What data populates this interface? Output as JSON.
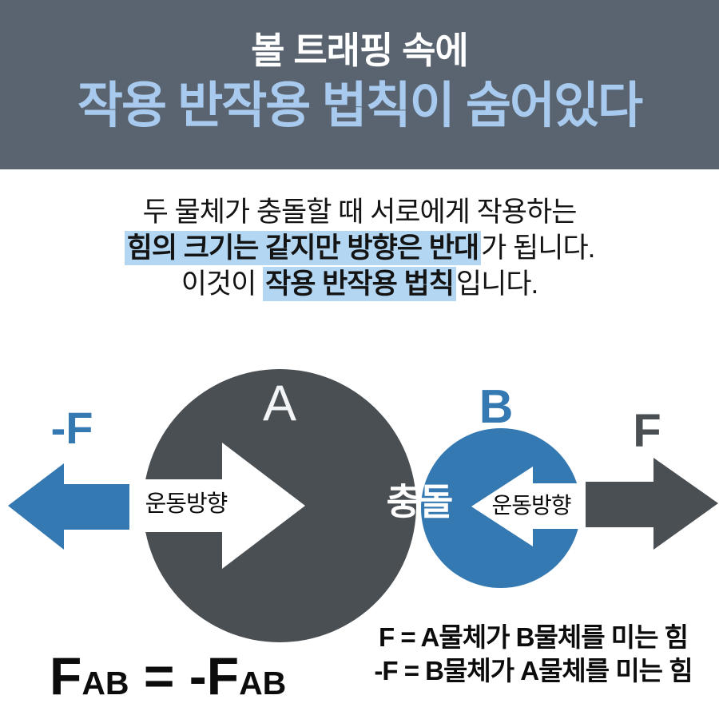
{
  "header": {
    "line1": "볼 트래핑 속에",
    "line2": "작용 반작용 법칙이 숨어있다",
    "bg_color": "#5a6470",
    "line1_color": "#ffffff",
    "line2_color": "#a8caee"
  },
  "intro": {
    "line1": "두 물체가 충돌할 때 서로에게 작용하는",
    "line2_highlight": "힘의 크기는 같지만 방향은 반대",
    "line2_rest": "가 됩니다.",
    "line3_pre": "이것이 ",
    "line3_highlight": "작용 반작용 법칙",
    "line3_rest": "입니다.",
    "highlight_color": "#b3d7f2"
  },
  "diagram": {
    "colors": {
      "dark": "#4a4f54",
      "blue": "#3579b2",
      "arrow_white": "#ffffff"
    },
    "ball_a_label": "A",
    "ball_b_label": "B",
    "motion_label_a": "운동방향",
    "motion_label_b": "운동방향",
    "collision_label": "충돌",
    "force_right_label": "F",
    "force_left_label": "-F"
  },
  "equation": {
    "lhs_f": "F",
    "lhs_sub": "AB",
    "mid": " = -",
    "rhs_f": "F",
    "rhs_sub": "AB"
  },
  "legend": {
    "line1": "F = A물체가 B물체를 미는 힘",
    "line2": "-F = B물체가 A물체를 미는 힘"
  }
}
